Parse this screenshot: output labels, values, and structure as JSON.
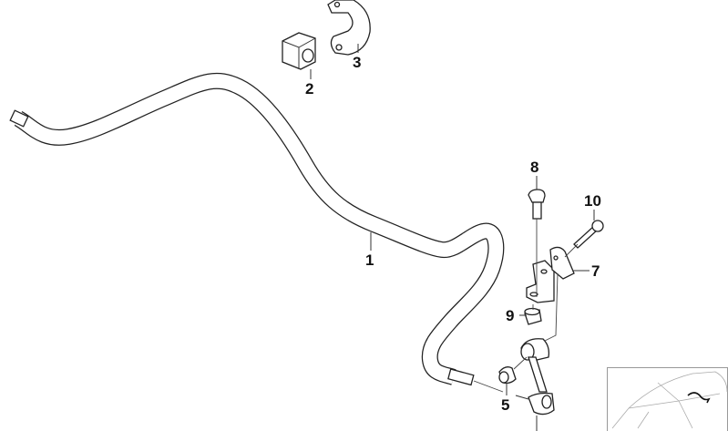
{
  "diagram": {
    "type": "exploded parts diagram",
    "parts": [
      {
        "number": "1"
      },
      {
        "number": "2"
      },
      {
        "number": "3"
      },
      {
        "number": "5"
      },
      {
        "number": "7"
      },
      {
        "number": "8"
      },
      {
        "number": "9"
      },
      {
        "number": "10"
      }
    ]
  }
}
